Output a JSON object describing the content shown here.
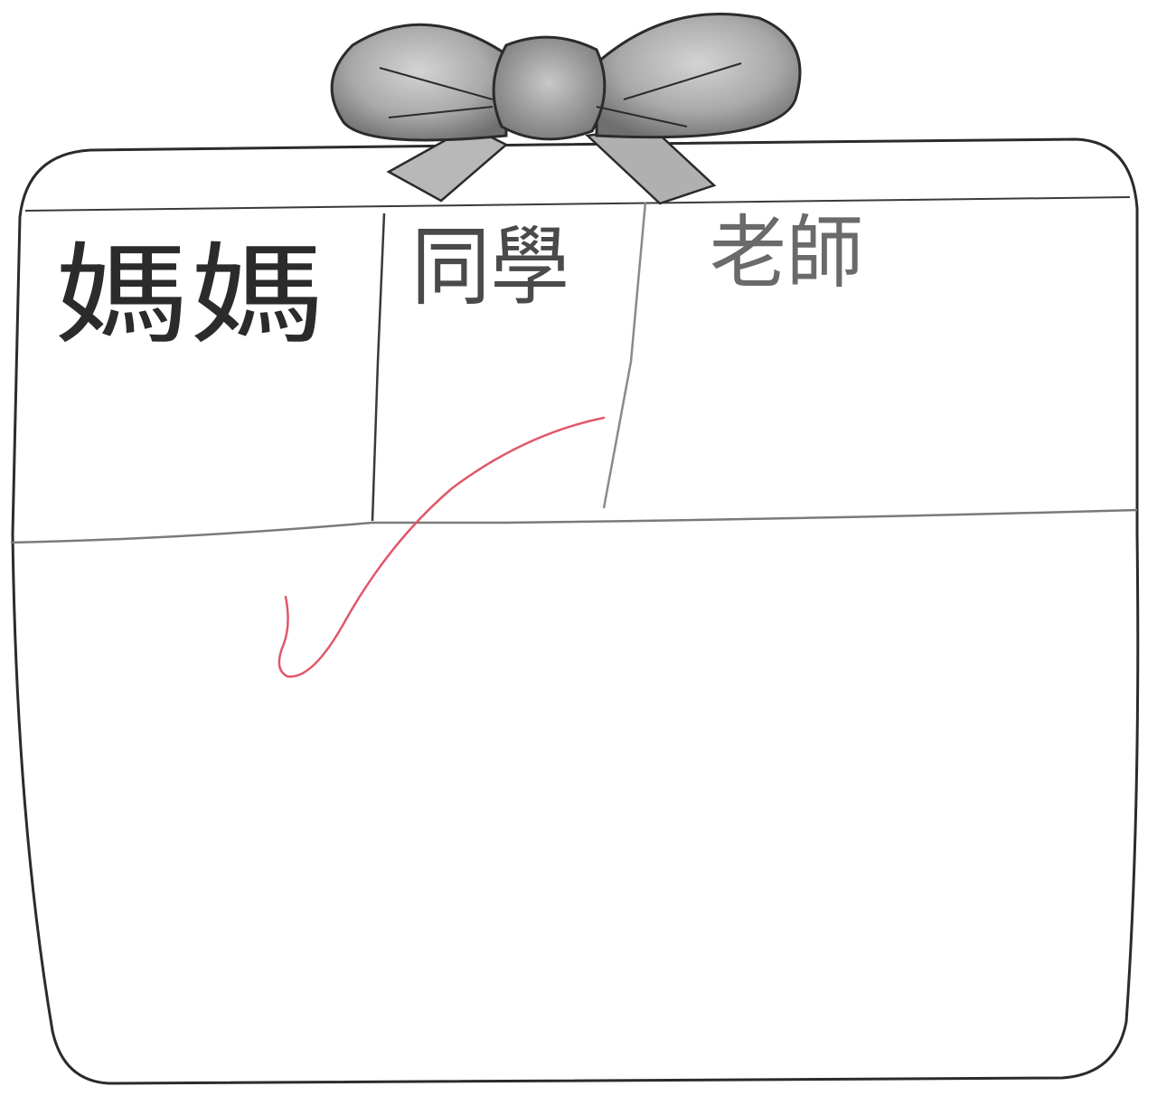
{
  "labels": {
    "mother": "媽媽",
    "classmates": "同學",
    "teacher": "老師"
  },
  "colors": {
    "ink": "#2b2b2b",
    "pencil": "#8a8a8a",
    "bow_light": "#c9c9c9",
    "bow_dark": "#6f6f6f",
    "check_mark": "#e0586b"
  },
  "icons": {
    "bow": "ribbon-bow-icon",
    "check": "check-mark-icon"
  }
}
